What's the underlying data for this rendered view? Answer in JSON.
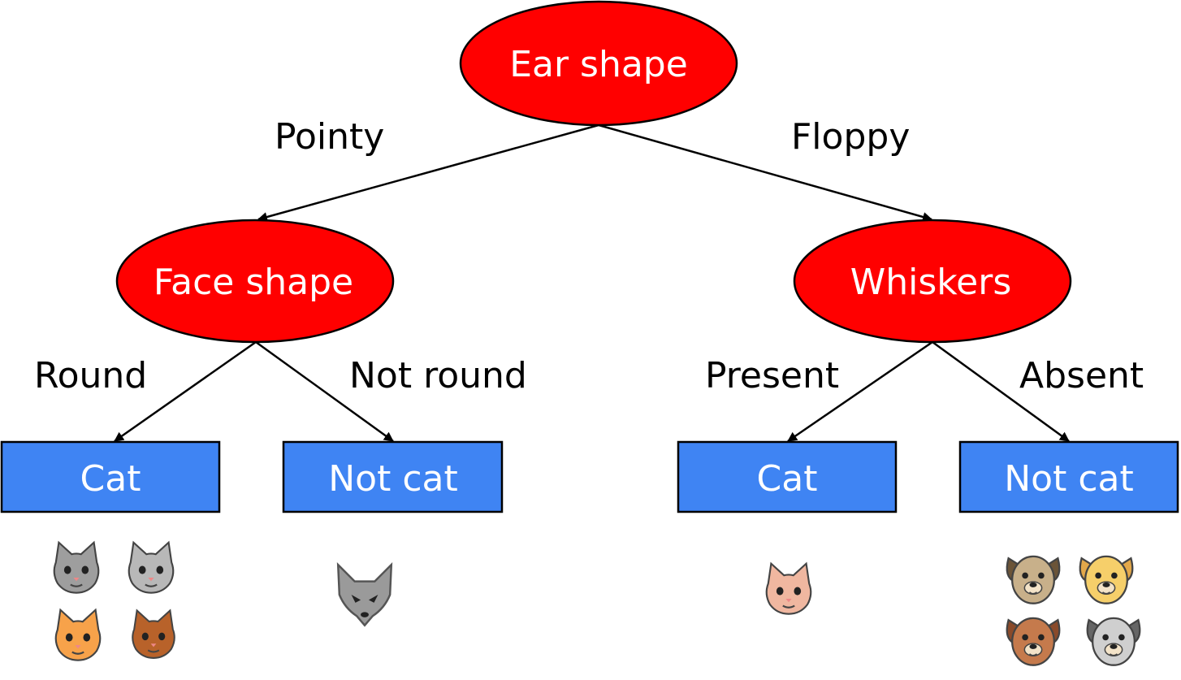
{
  "colors": {
    "decision_fill": "#ff0000",
    "leaf_fill": "#3f84f3",
    "stroke": "#000000",
    "node_text": "#ffffff",
    "edge_text": "#000000"
  },
  "nodes": {
    "root": {
      "label": "Ear shape"
    },
    "face": {
      "label": "Face shape"
    },
    "whiskers": {
      "label": "Whiskers"
    },
    "leaf1": {
      "label": "Cat"
    },
    "leaf2": {
      "label": "Not cat"
    },
    "leaf3": {
      "label": "Cat"
    },
    "leaf4": {
      "label": "Not cat"
    }
  },
  "edges": {
    "pointy": {
      "label": "Pointy"
    },
    "floppy": {
      "label": "Floppy"
    },
    "round": {
      "label": "Round"
    },
    "not_round": {
      "label": "Not round"
    },
    "present": {
      "label": "Present"
    },
    "absent": {
      "label": "Absent"
    }
  },
  "icons": {
    "leaf1": [
      "gray-cat-icon",
      "gray-cat-icon",
      "orange-cat-icon",
      "brown-cat-icon"
    ],
    "leaf2": [
      "wolf-icon"
    ],
    "leaf3": [
      "pink-cat-icon"
    ],
    "leaf4": [
      "tan-dog-icon",
      "yellow-dog-icon",
      "brown-dog-icon",
      "gray-dog-icon"
    ]
  }
}
